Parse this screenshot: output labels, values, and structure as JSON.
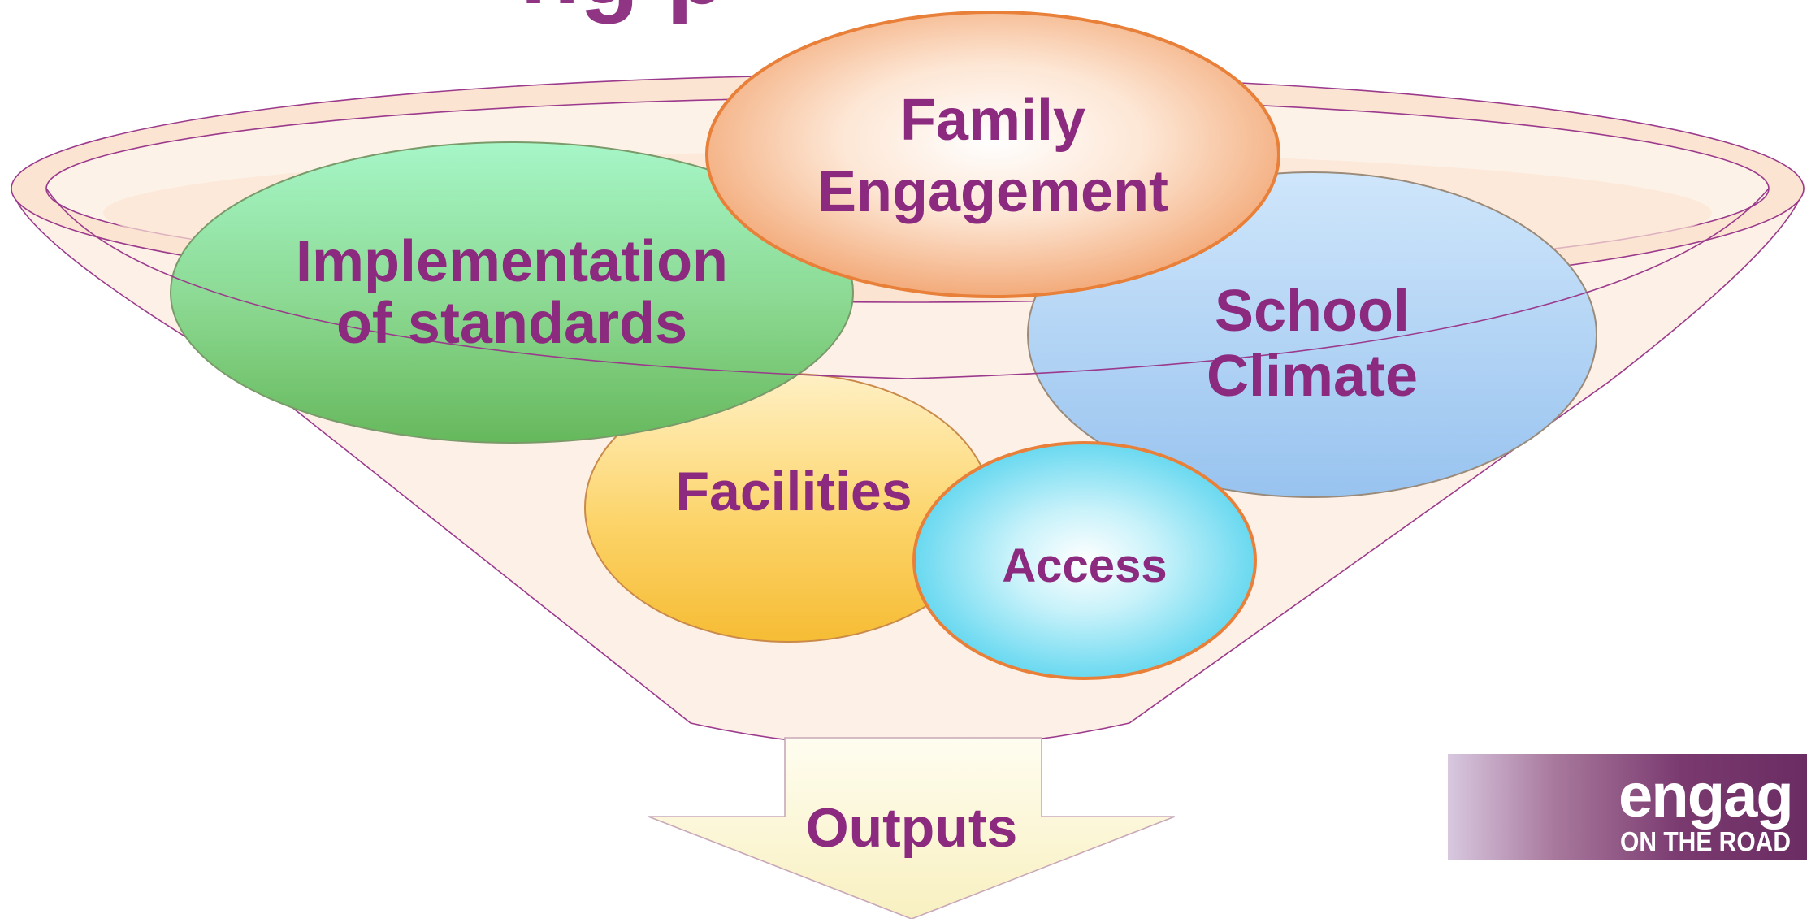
{
  "diagram": {
    "title_partial": "ng p",
    "nodes": {
      "family": [
        "Family",
        "Engagement"
      ],
      "standards": [
        "Implementation",
        "of standards"
      ],
      "climate": [
        "School",
        "Climate"
      ],
      "facilities": "Facilities",
      "access": "Access"
    },
    "output_label": "Outputs"
  },
  "logo": {
    "word": "engag",
    "subtitle": "ON THE ROAD"
  },
  "colors": {
    "text": "#8b2a7e",
    "funnel_stroke": "#9b3a8c",
    "funnel_fill": "#fdf0e6",
    "orange_border": "#e8803a",
    "arrow_fill": "#fbf6d8"
  }
}
